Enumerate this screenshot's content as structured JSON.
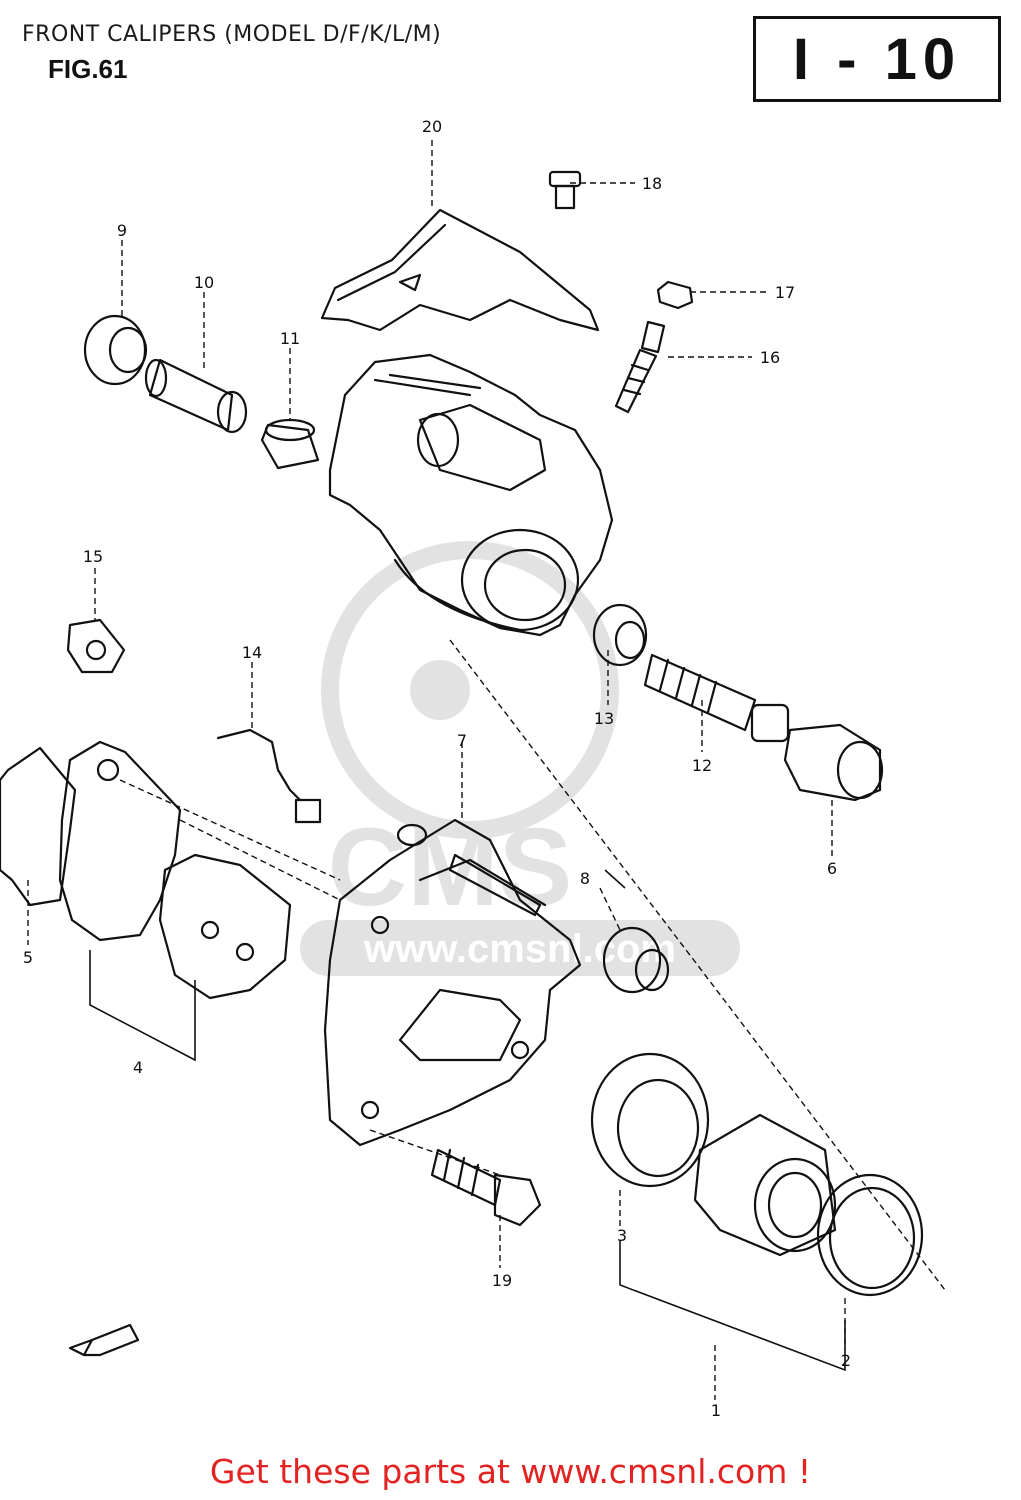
{
  "header": {
    "title": "FRONT CALIPERS (MODEL D/F/K/L/M)",
    "fig_label": "FIG.61",
    "page_code": "I - 10"
  },
  "footer": {
    "link_text": "Get these parts at www.cmsnl.com !"
  },
  "watermark": {
    "brand": "CMS",
    "url": "www.cmsnl.com"
  },
  "callouts": {
    "c1": "1",
    "c2": "2",
    "c3": "3",
    "c4": "4",
    "c5": "5",
    "c6": "6",
    "c7": "7",
    "c8": "8",
    "c9": "9",
    "c10": "10",
    "c11": "11",
    "c12": "12",
    "c13": "13",
    "c14": "14",
    "c15": "15",
    "c16": "16",
    "c17": "17",
    "c18": "18",
    "c19": "19",
    "c20": "20"
  },
  "colors": {
    "ink": "#111111",
    "footer": "#e32222",
    "watermark": "#dcdcdc"
  }
}
